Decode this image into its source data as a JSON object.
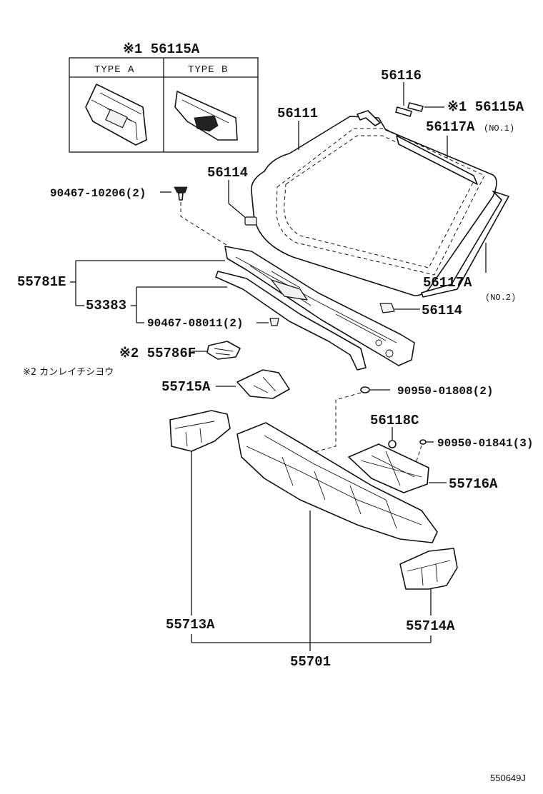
{
  "inset": {
    "callout": "※1 56115A",
    "type_a": "TYPE A",
    "type_b": "TYPE B"
  },
  "labels": {
    "p56116": "56116",
    "p56115a_right": "※1 56115A",
    "p56111": "56111",
    "p56117a_no1": "56117A",
    "p56117a_no1_sub": "(NO.1)",
    "p56114_top": "56114",
    "p90467_10206": "90467-10206(2)",
    "p55781e": "55781E",
    "p53383": "53383",
    "p90467_08011": "90467-08011(2)",
    "p56117a_no2": "56117A",
    "p56117a_no2_sub": "(NO.2)",
    "p56114_bottom": "56114",
    "p55786f": "※2 55786F",
    "note2": "※2 カンレイチシヨウ",
    "p55715a": "55715A",
    "p90950_01808": "90950-01808(2)",
    "p56118c": "56118C",
    "p90950_01841": "90950-01841(3)",
    "p55716a": "55716A",
    "p55713a": "55713A",
    "p55714a": "55714A",
    "p55701": "55701"
  },
  "footer": {
    "diagram_ref": "550649J"
  }
}
